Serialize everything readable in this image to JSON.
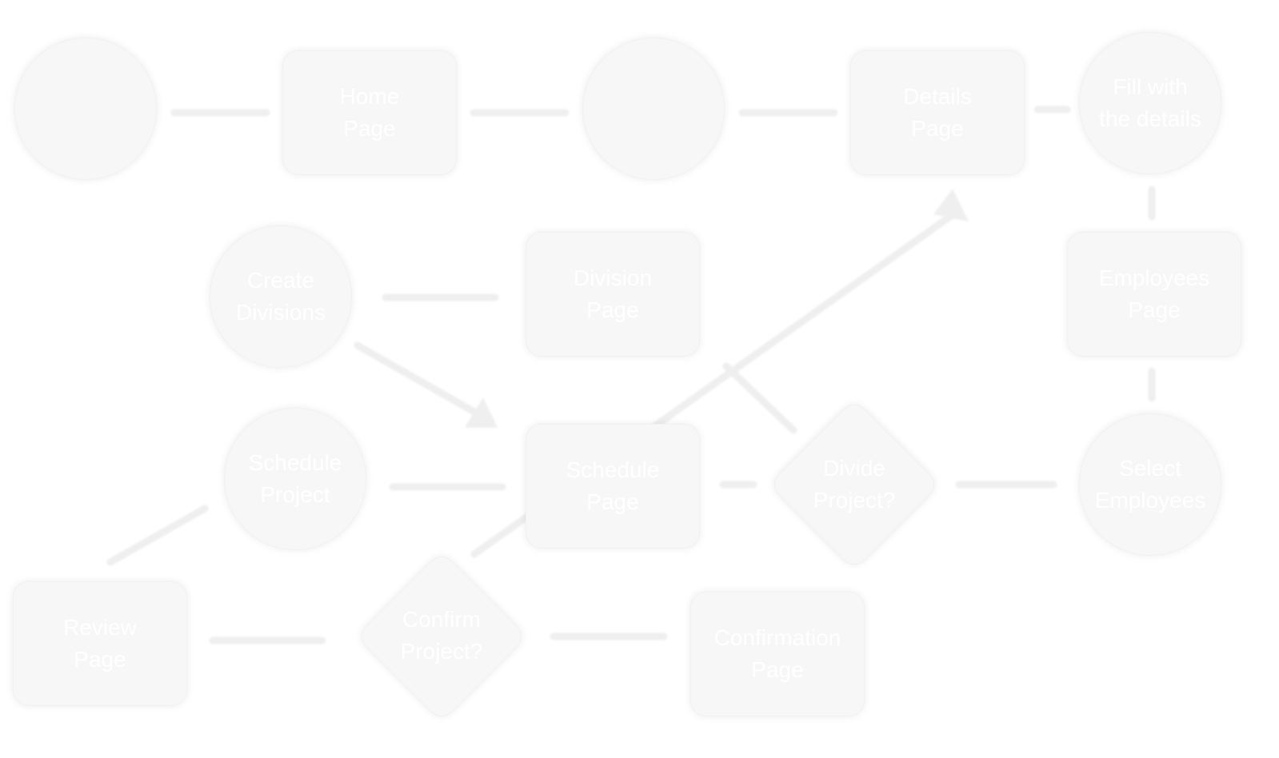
{
  "flowchart": {
    "home_page": "Home\nPage",
    "details_page": "Details\nPage",
    "fill_details": "Fill with\nthe details",
    "create_divisions": "Create\nDivisions",
    "division_page": "Division\nPage",
    "employees_page": "Employees\nPage",
    "schedule_project": "Schedule\nProject",
    "schedule_page": "Schedule\nPage",
    "divide_project": "Divide\nProject?",
    "select_employees": "Select\nEmployees",
    "review_page": "Review\nPage",
    "confirm_project": "Confirm\nProject?",
    "confirmation_page": "Confirmation\nPage"
  },
  "colors": {
    "node_fill": "#f7f7f7",
    "connector": "#efefef",
    "label_text": "#ffffff"
  }
}
